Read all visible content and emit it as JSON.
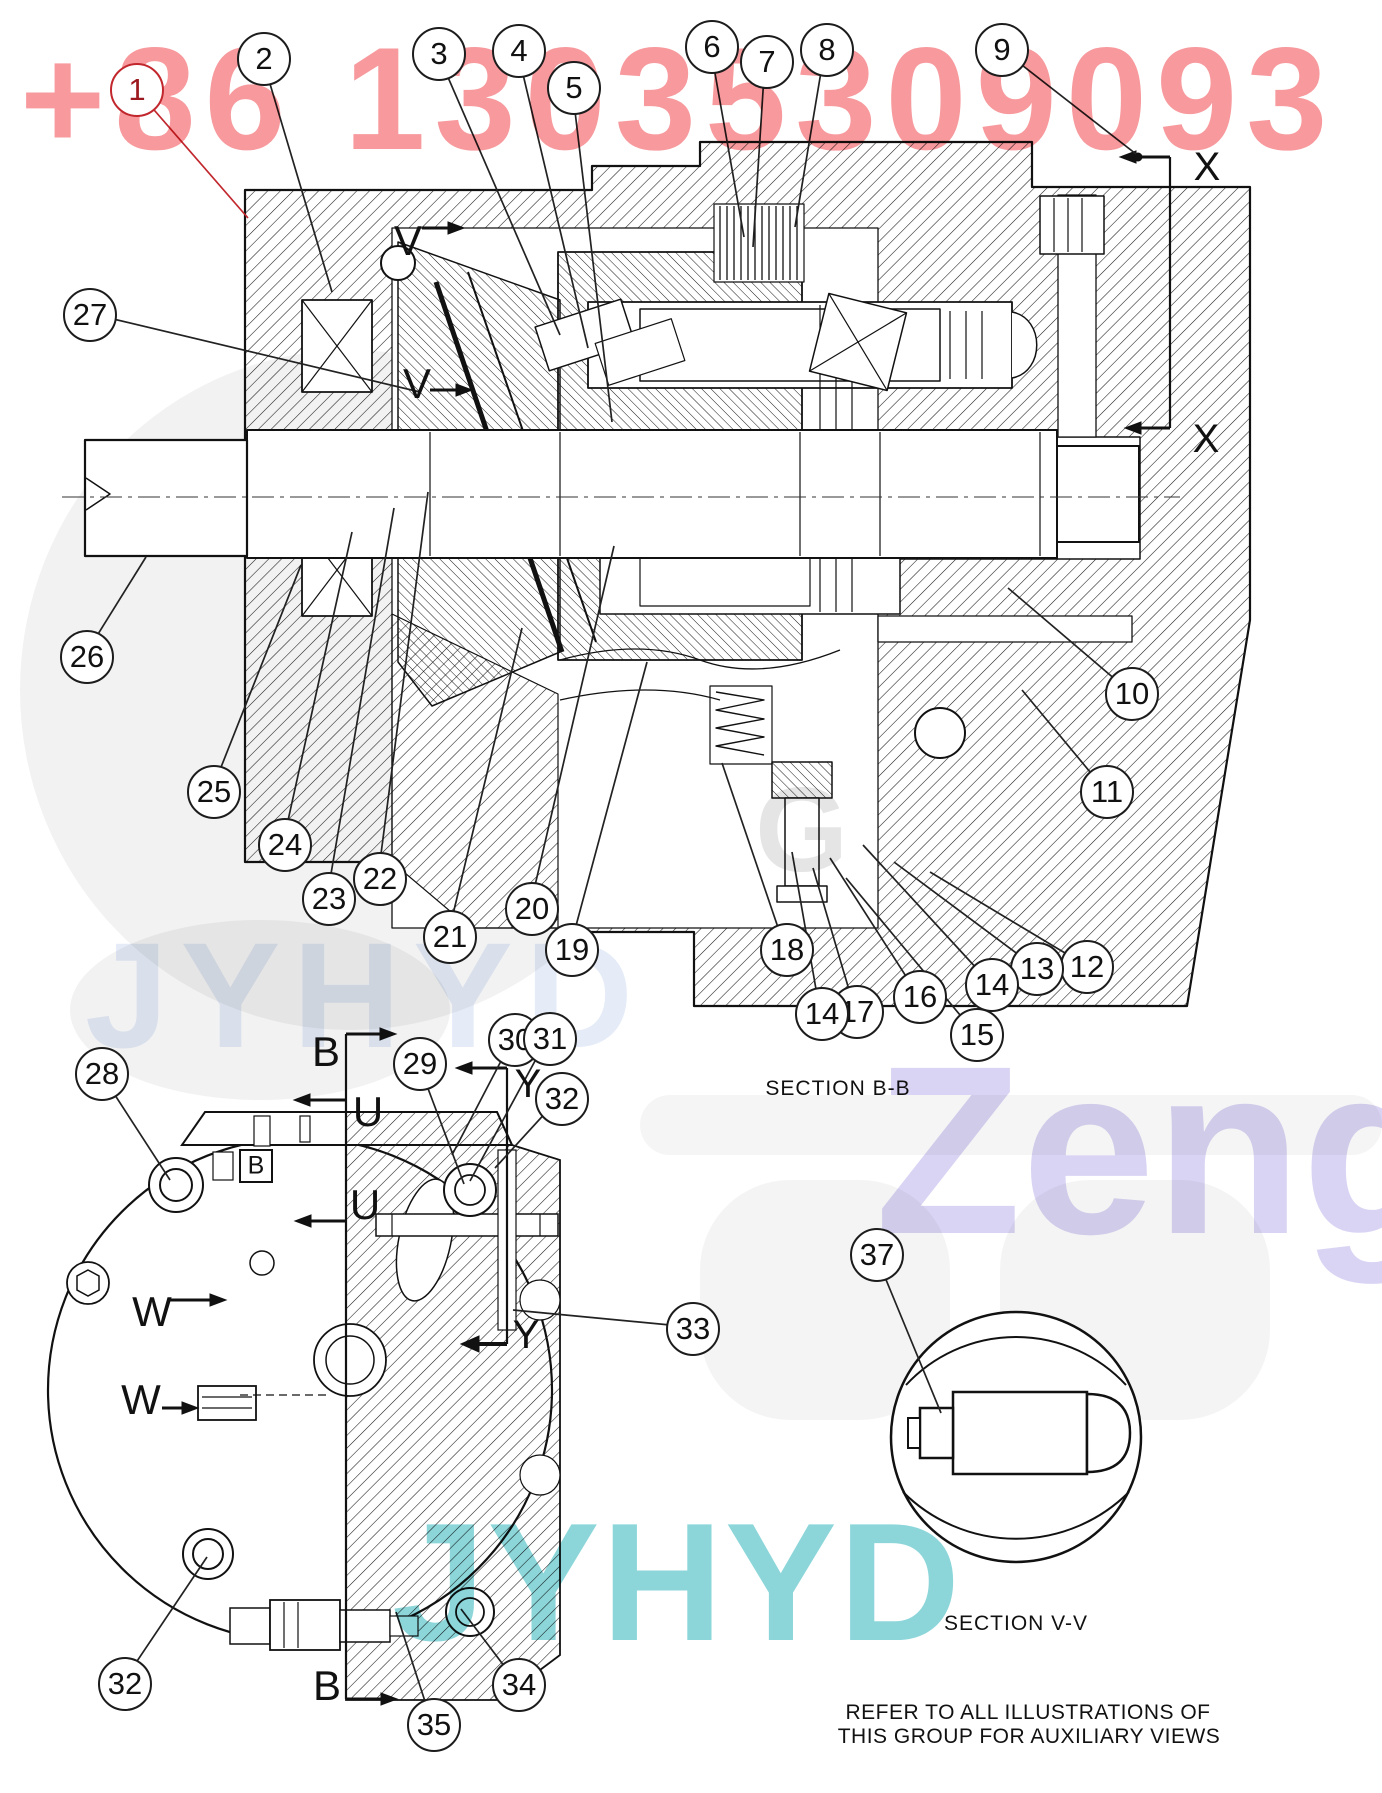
{
  "watermarks": {
    "phone": "+86 13035309093",
    "phone_color": "#ed1c24",
    "brand_purple": "Zeng",
    "brand_purple_color": "#d8d2f4",
    "brand_cyan": "JYHYD",
    "brand_cyan_color": "#7fd2d6",
    "ghost_text": "JYHYD",
    "ghost_letter": "G"
  },
  "titles": {
    "section_bb": "SECTION B-B",
    "section_vv": "SECTION V-V"
  },
  "footer": {
    "line1": "REFER TO ALL ILLUSTRATIONS OF",
    "line2": "THIS GROUP FOR AUXILIARY VIEWS"
  },
  "markers": {
    "b": "B",
    "u": "U",
    "w": "W",
    "y": "Y",
    "x": "X",
    "v": "V",
    "port_b": "B"
  },
  "callouts": [
    {
      "n": "1"
    },
    {
      "n": "2"
    },
    {
      "n": "3"
    },
    {
      "n": "4"
    },
    {
      "n": "5"
    },
    {
      "n": "6"
    },
    {
      "n": "7"
    },
    {
      "n": "8"
    },
    {
      "n": "9"
    },
    {
      "n": "10"
    },
    {
      "n": "11"
    },
    {
      "n": "12"
    },
    {
      "n": "13"
    },
    {
      "n": "14"
    },
    {
      "n": "15"
    },
    {
      "n": "16"
    },
    {
      "n": "17"
    },
    {
      "n": "14"
    },
    {
      "n": "18"
    },
    {
      "n": "19"
    },
    {
      "n": "20"
    },
    {
      "n": "21"
    },
    {
      "n": "22"
    },
    {
      "n": "23"
    },
    {
      "n": "24"
    },
    {
      "n": "25"
    },
    {
      "n": "26"
    },
    {
      "n": "27"
    },
    {
      "n": "28"
    },
    {
      "n": "29"
    },
    {
      "n": "30"
    },
    {
      "n": "31"
    },
    {
      "n": "32"
    },
    {
      "n": "33"
    },
    {
      "n": "32"
    },
    {
      "n": "34"
    },
    {
      "n": "35"
    },
    {
      "n": "37"
    }
  ]
}
